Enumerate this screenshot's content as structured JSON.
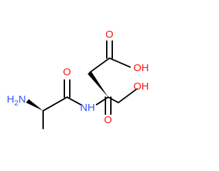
{
  "colors": {
    "background": "#ffffff",
    "bond": "#000000",
    "oxygen": "#ff0d0d",
    "nitrogen": "#3050f8"
  },
  "atoms": {
    "amine": {
      "element": "N",
      "text": "H",
      "sub": "2",
      "prefix": "H",
      "suffix": "N"
    },
    "amide_oxygen": {
      "element": "O",
      "text": "O"
    },
    "amide_nitrogen": {
      "element": "N",
      "text": "NH"
    },
    "side_chain_carbonyl_oxygen": {
      "element": "O",
      "text": "O"
    },
    "side_chain_hydroxyl": {
      "element": "O",
      "text": "OH"
    },
    "carboxyl_hydroxyl": {
      "element": "O",
      "text": "OH"
    },
    "carboxyl_carbonyl_oxygen": {
      "element": "O",
      "text": "O"
    }
  }
}
